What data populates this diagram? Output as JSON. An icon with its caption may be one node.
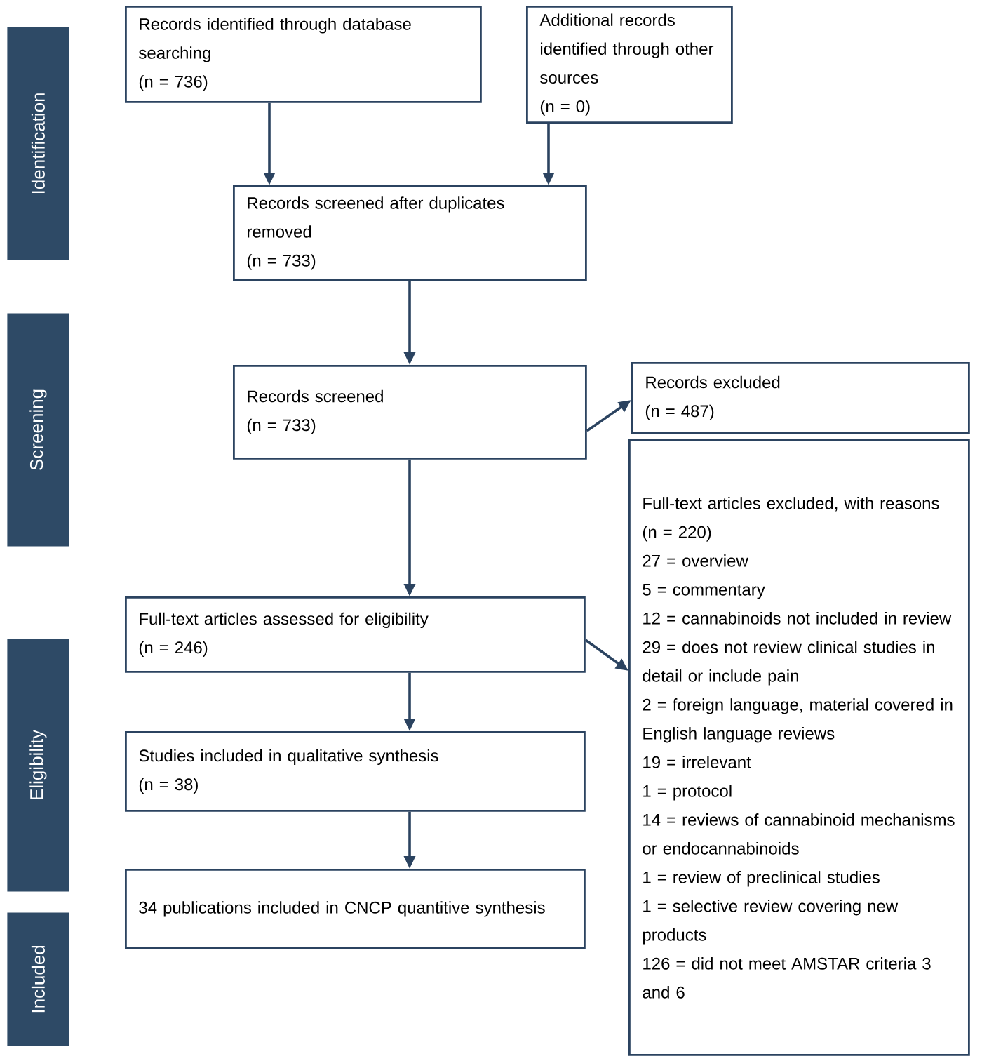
{
  "diagram": {
    "nodes": [
      {
        "text": [
          "Identification"
        ]
      },
      {
        "text": [
          "Records identified through database searching",
          "(n = 736)"
        ]
      },
      {
        "text": [
          "Additional records identified through other sources",
          "(n = 0)"
        ]
      },
      {
        "text": [
          "Records screened after duplicates removed",
          "(n = 733)"
        ]
      },
      {
        "text": [
          "Screening"
        ]
      },
      {
        "text": [
          "Records screened",
          "(n = 733)"
        ]
      },
      {
        "text": [
          "Records excluded",
          "(n = 487)"
        ]
      },
      {
        "text": [
          "Eligibility"
        ]
      },
      {
        "text": [
          "Full-text articles assessed for eligibility",
          "(n = 246)"
        ]
      },
      {
        "text": [
          "Full-text articles excluded, with reasons",
          "(n = 220)",
          "27 = overview",
          "5 = commentary",
          "12 = cannabinoids not included in review",
          "29 = does not review clinical studies in detail or include pain",
          "2 = foreign language, material covered in English language reviews",
          "19 = irrelevant",
          "1 = protocol",
          "14 = reviews of cannabinoid mechanisms or endocannabinoids",
          "1 = review of preclinical studies",
          "1 = selective review covering new products",
          "126 = did not meet AMSTAR criteria 3 and 6"
        ]
      },
      {
        "text": [
          "Studies included in qualitative synthesis",
          "(n = 38)"
        ]
      },
      {
        "text": [
          "Included"
        ]
      },
      {
        "text": [
          "34 publications included in CNCP quantitive synthesis"
        ]
      }
    ],
    "edges": [
      {
        "from": 1,
        "to": 3,
        "arrow": "to"
      },
      {
        "from": 2,
        "to": 3,
        "arrow": "to"
      },
      {
        "from": 3,
        "to": 5,
        "arrow": "to"
      },
      {
        "from": 5,
        "to": 6,
        "arrow": "to"
      },
      {
        "from": 5,
        "to": 8,
        "arrow": "to"
      },
      {
        "from": 8,
        "to": 9,
        "arrow": "to"
      },
      {
        "from": 8,
        "to": 10,
        "arrow": "to"
      },
      {
        "from": 10,
        "to": 12,
        "arrow": "to"
      }
    ]
  }
}
